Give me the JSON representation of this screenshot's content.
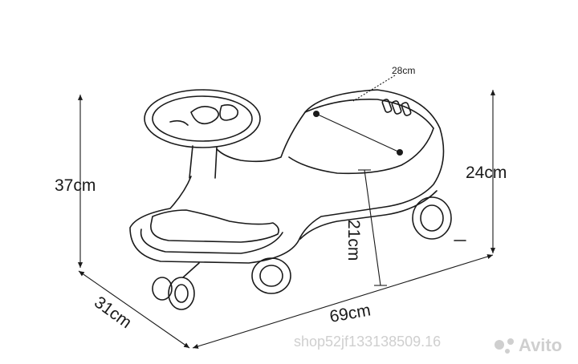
{
  "dimensions": {
    "height_total": "37cm",
    "height_seat": "24cm",
    "seat_width": "28cm",
    "seat_height": "21cm",
    "length": "69cm",
    "width": "31cm"
  },
  "watermark": {
    "text": "shop52jf133138509.16",
    "brand": "Avito"
  },
  "colors": {
    "line": "#1a1a1a",
    "watermark": "#cfcfcf"
  }
}
